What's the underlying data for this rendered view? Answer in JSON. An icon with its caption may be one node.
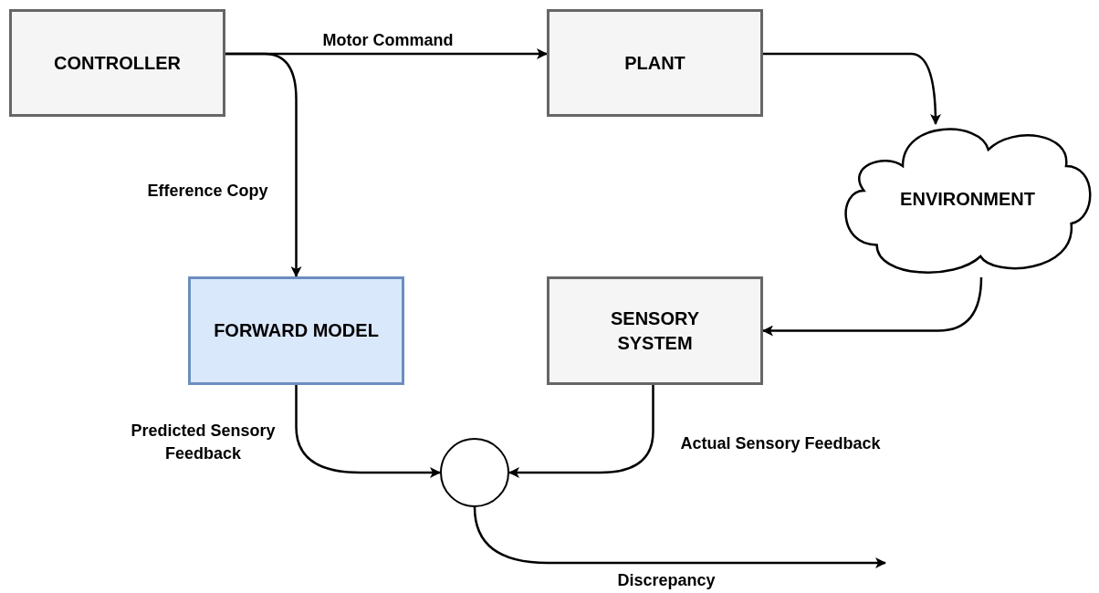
{
  "diagram": {
    "nodes": [
      {
        "text": [
          "CONTROLLER"
        ]
      },
      {
        "text": [
          "PLANT"
        ]
      },
      {
        "text": [
          "ENVIRONMENT"
        ]
      },
      {
        "text": [
          "FORWARD MODEL"
        ]
      },
      {
        "text": [
          "SENSORY SYSTEM"
        ]
      },
      {
        "text": [],
        "shape": "circle"
      }
    ],
    "edges": [
      {
        "from": 0,
        "to": 1,
        "arrow": "to",
        "label": "Motor Command"
      },
      {
        "from": 1,
        "to": 2,
        "arrow": "to"
      },
      {
        "from": 2,
        "to": 4,
        "arrow": "to"
      },
      {
        "from": 0,
        "to": 3,
        "arrow": "to",
        "label": "Efference Copy"
      },
      {
        "from": 3,
        "to": 5,
        "arrow": "to",
        "label": "Predicted Sensory Feedback"
      },
      {
        "from": 4,
        "to": 5,
        "arrow": "to",
        "label": "Actual Sensory Feedback"
      },
      {
        "from": 5,
        "to": null,
        "arrow": "to",
        "label": "Discrepancy"
      }
    ]
  }
}
